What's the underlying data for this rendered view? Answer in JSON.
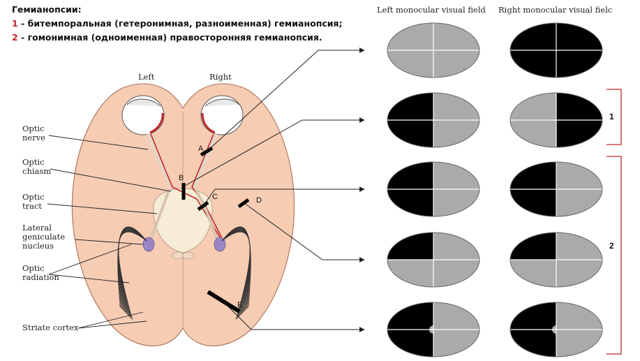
{
  "legend": {
    "title": "Гемианопсии:",
    "item1_num": "1",
    "item1_text": " - битемпоральная (гетеронимная, разноименная) гемианопсия;",
    "item2_num": "2",
    "item2_text": " - гомонимная (одноименная) правосторонняя гемианопсия."
  },
  "brain": {
    "side_left": "Left",
    "side_right": "Right",
    "labels": {
      "optic_nerve": [
        "Optic",
        "nerve"
      ],
      "optic_chiasm": [
        "Optic",
        "chiasm"
      ],
      "optic_tract": [
        "Optic",
        "tract"
      ],
      "lgn": [
        "Lateral",
        "geniculate",
        "nucleus"
      ],
      "optic_radiation": [
        "Optic",
        "radiation"
      ],
      "striate_cortex": "Striate cortex"
    },
    "lesions": [
      "A",
      "B",
      "C",
      "D",
      "E"
    ]
  },
  "fields": {
    "left_header": "Left monocular visual field",
    "right_header": "Right monocular visual fielc",
    "groups": [
      "1",
      "2"
    ],
    "rows": [
      {
        "lesion": "A",
        "left_blind": [],
        "right_blind": [
          "TL",
          "TR",
          "BL",
          "BR"
        ]
      },
      {
        "lesion": "B",
        "left_blind": [
          "TL",
          "BL"
        ],
        "right_blind": [
          "TR",
          "BR"
        ]
      },
      {
        "lesion": "C",
        "left_blind": [
          "TL",
          "BL"
        ],
        "right_blind": [
          "TL",
          "BL"
        ]
      },
      {
        "lesion": "D",
        "left_blind": [
          "TL"
        ],
        "right_blind": [
          "TL"
        ]
      },
      {
        "lesion": "E",
        "left_blind": [
          "TL",
          "BL"
        ],
        "right_blind": [
          "TL",
          "BL"
        ],
        "macular_sparing": true
      }
    ]
  },
  "colors": {
    "blind": "#000000",
    "seeing": "#aaaaaa",
    "brain": "#f6ccb3",
    "highlight_path": "#c0282d"
  }
}
